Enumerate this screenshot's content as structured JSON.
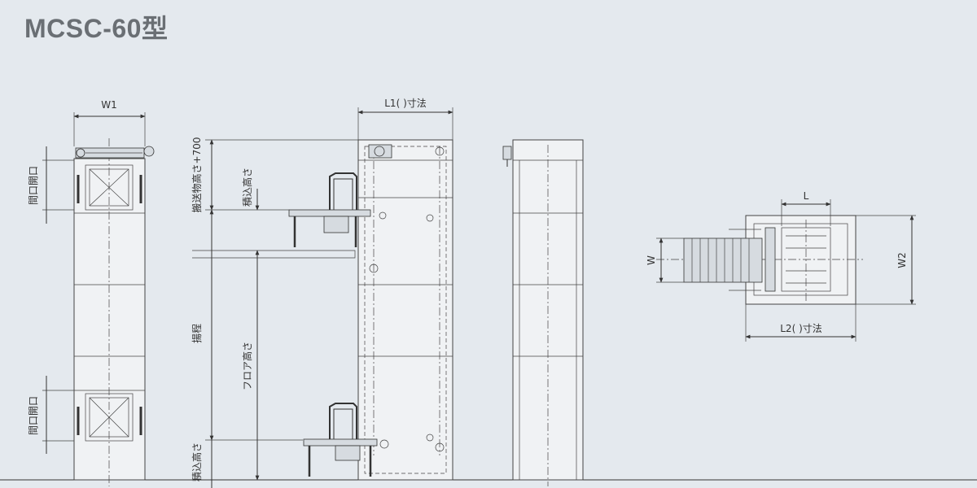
{
  "title": "MCSC-60型",
  "labels": {
    "w1": "W1",
    "opening_top": "間口開口",
    "opening_bottom": "間口開口",
    "conveyed_height": "搬送物高さ+700",
    "loading_height_top": "積込高さ",
    "loading_height_bottom": "積込高さ",
    "lift": "揚程",
    "floor_height": "フロア高さ",
    "l1": "L1(  )寸法",
    "l": "L",
    "w": "W",
    "w2": "W2",
    "l2": "L2(  )寸法"
  }
}
